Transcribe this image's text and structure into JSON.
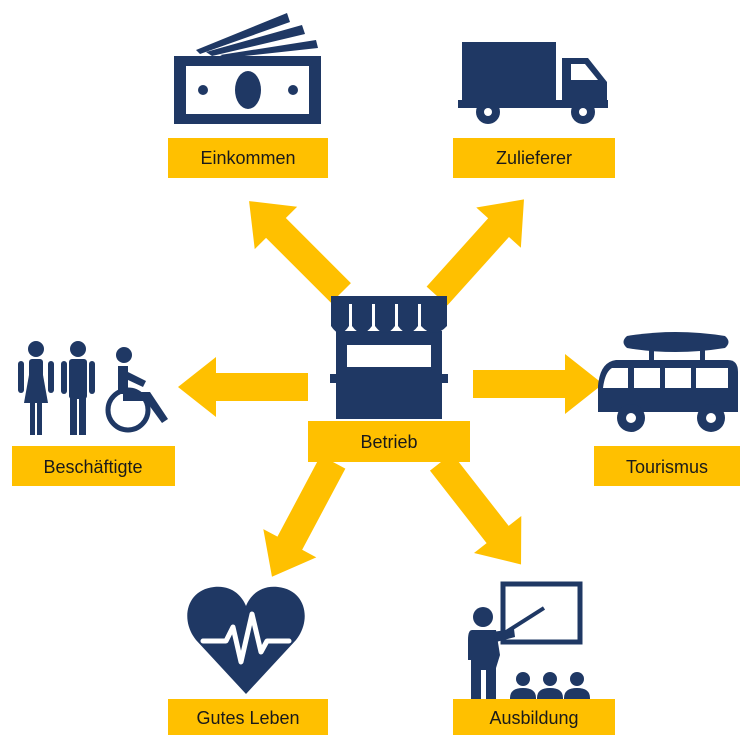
{
  "colors": {
    "navy": "#1f3864",
    "accent": "#ffc000",
    "text": "#1a1a1a"
  },
  "center": {
    "label": "Betrieb",
    "icon": "market-stall-icon"
  },
  "nodes": [
    {
      "id": "einkommen",
      "label": "Einkommen",
      "icon": "banknotes-icon"
    },
    {
      "id": "zulieferer",
      "label": "Zulieferer",
      "icon": "delivery-truck-icon"
    },
    {
      "id": "beschaeftigte",
      "label": "Beschäftigte",
      "icon": "people-icon"
    },
    {
      "id": "tourismus",
      "label": "Tourismus",
      "icon": "camper-van-icon"
    },
    {
      "id": "gutes-leben",
      "label": "Gutes Leben",
      "icon": "heart-pulse-icon"
    },
    {
      "id": "ausbildung",
      "label": "Ausbildung",
      "icon": "teacher-board-icon"
    }
  ]
}
